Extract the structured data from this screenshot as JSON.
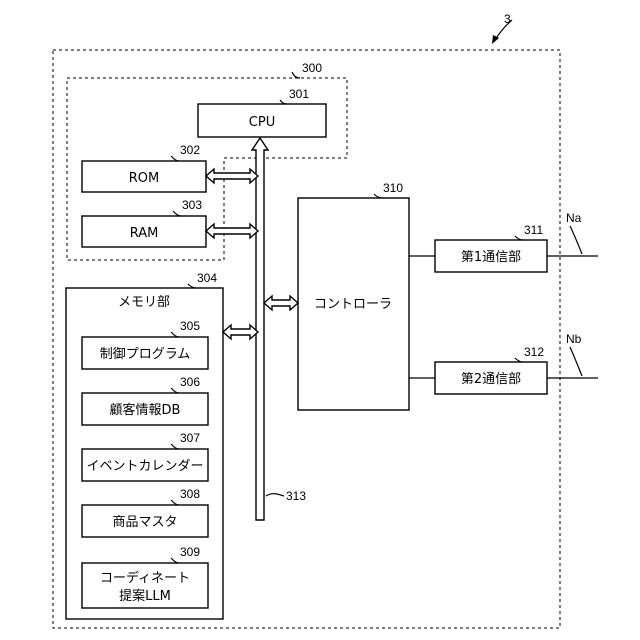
{
  "figure_ref": "3",
  "groups": {
    "cpu_group_ref": "300",
    "memory_ref": "304",
    "memory_label": "メモリ部"
  },
  "blocks": {
    "cpu": {
      "label": "CPU",
      "ref": "301"
    },
    "rom": {
      "label": "ROM",
      "ref": "302"
    },
    "ram": {
      "label": "RAM",
      "ref": "303"
    },
    "control_program": {
      "label": "制御プログラム",
      "ref": "305"
    },
    "customer_db": {
      "label": "顧客情報DB",
      "ref": "306"
    },
    "event_calendar": {
      "label": "イベントカレンダー",
      "ref": "307"
    },
    "product_master": {
      "label": "商品マスタ",
      "ref": "308"
    },
    "coordinate_llm": {
      "label_line1": "コーディネート",
      "label_line2": "提案LLM",
      "ref": "309"
    },
    "controller": {
      "label": "コントローラ",
      "ref": "310"
    },
    "comm1": {
      "label": "第1通信部",
      "ref": "311"
    },
    "comm2": {
      "label": "第2通信部",
      "ref": "312"
    }
  },
  "bus": {
    "ref": "313"
  },
  "networks": {
    "na": "Na",
    "nb": "Nb"
  }
}
